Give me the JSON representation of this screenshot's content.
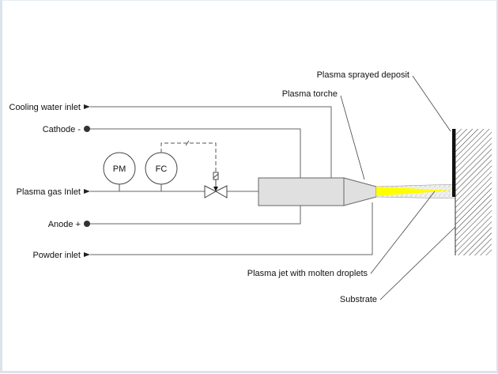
{
  "diagram": {
    "title": "Plasma spray process schematic",
    "inputs": [
      {
        "id": "cooling-water",
        "label": "Cooling water inlet",
        "terminal": "arrow"
      },
      {
        "id": "cathode",
        "label": "Cathode -",
        "terminal": "dot"
      },
      {
        "id": "plasma-gas",
        "label": "Plasma gas Inlet",
        "terminal": "arrow"
      },
      {
        "id": "anode",
        "label": "Anode +",
        "terminal": "dot"
      },
      {
        "id": "powder",
        "label": "Powder inlet",
        "terminal": "arrow"
      }
    ],
    "instruments": [
      {
        "id": "pm",
        "label": "PM"
      },
      {
        "id": "fc",
        "label": "FC"
      }
    ],
    "callouts": {
      "deposit": "Plasma sprayed deposit",
      "torche": "Plasma torche",
      "jet": "Plasma jet with molten droplets",
      "substrate": "Substrate"
    },
    "colors": {
      "line": "#555555",
      "torch_fill": "#e0e0e0",
      "jet_core": "#ffff00",
      "deposit": "#111111"
    }
  }
}
